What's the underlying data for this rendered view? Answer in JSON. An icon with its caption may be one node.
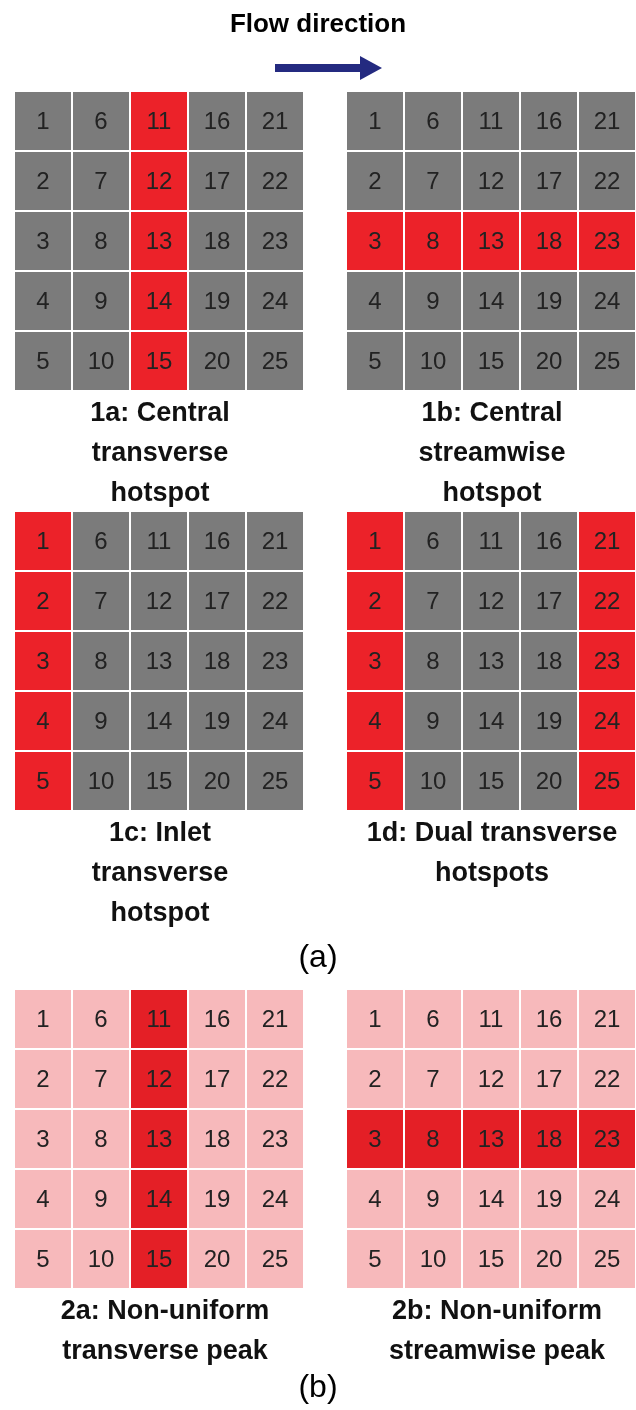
{
  "diagram": {
    "nodes": [
      {
        "text": [
          "1a: Central transverse hotspot"
        ]
      },
      {
        "text": [
          "1"
        ],
        "in": 0
      },
      {
        "text": [
          "6"
        ],
        "in": 0
      },
      {
        "text": [
          "11"
        ],
        "in": 0
      },
      {
        "text": [
          "16"
        ],
        "in": 0
      },
      {
        "text": [
          "21"
        ],
        "in": 0
      },
      {
        "text": [
          "2"
        ],
        "in": 0
      },
      {
        "text": [
          "7"
        ],
        "in": 0
      },
      {
        "text": [
          "12"
        ],
        "in": 0
      },
      {
        "text": [
          "17"
        ],
        "in": 0
      },
      {
        "text": [
          "22"
        ],
        "in": 0
      },
      {
        "text": [
          "3"
        ],
        "in": 0
      },
      {
        "text": [
          "8"
        ],
        "in": 0
      },
      {
        "text": [
          "13"
        ],
        "in": 0
      },
      {
        "text": [
          "18"
        ],
        "in": 0
      },
      {
        "text": [
          "23"
        ],
        "in": 0
      },
      {
        "text": [
          "4"
        ],
        "in": 0
      },
      {
        "text": [
          "9"
        ],
        "in": 0
      },
      {
        "text": [
          "14"
        ],
        "in": 0
      },
      {
        "text": [
          "19"
        ],
        "in": 0
      },
      {
        "text": [
          "24"
        ],
        "in": 0
      },
      {
        "text": [
          "5"
        ],
        "in": 0
      },
      {
        "text": [
          "10"
        ],
        "in": 0
      },
      {
        "text": [
          "15"
        ],
        "in": 0
      },
      {
        "text": [
          "20"
        ],
        "in": 0
      },
      {
        "text": [
          "25"
        ],
        "in": 0
      },
      {
        "text": [
          "1b: Central streamwise hotspot"
        ]
      },
      {
        "text": [
          "1"
        ],
        "in": 26
      },
      {
        "text": [
          "6"
        ],
        "in": 26
      },
      {
        "text": [
          "11"
        ],
        "in": 26
      },
      {
        "text": [
          "16"
        ],
        "in": 26
      },
      {
        "text": [
          "21"
        ],
        "in": 26
      },
      {
        "text": [
          "2"
        ],
        "in": 26
      },
      {
        "text": [
          "7"
        ],
        "in": 26
      },
      {
        "text": [
          "12"
        ],
        "in": 26
      },
      {
        "text": [
          "17"
        ],
        "in": 26
      },
      {
        "text": [
          "22"
        ],
        "in": 26
      },
      {
        "text": [
          "3"
        ],
        "in": 26
      },
      {
        "text": [
          "8"
        ],
        "in": 26
      },
      {
        "text": [
          "13"
        ],
        "in": 26
      },
      {
        "text": [
          "18"
        ],
        "in": 26
      },
      {
        "text": [
          "23"
        ],
        "in": 26
      },
      {
        "text": [
          "4"
        ],
        "in": 26
      },
      {
        "text": [
          "9"
        ],
        "in": 26
      },
      {
        "text": [
          "14"
        ],
        "in": 26
      },
      {
        "text": [
          "19"
        ],
        "in": 26
      },
      {
        "text": [
          "24"
        ],
        "in": 26
      },
      {
        "text": [
          "5"
        ],
        "in": 26
      },
      {
        "text": [
          "10"
        ],
        "in": 26
      },
      {
        "text": [
          "15"
        ],
        "in": 26
      },
      {
        "text": [
          "20"
        ],
        "in": 26
      },
      {
        "text": [
          "25"
        ],
        "in": 26
      },
      {
        "text": [
          "1c: Inlet transverse hotspot"
        ]
      },
      {
        "text": [
          "1"
        ],
        "in": 52
      },
      {
        "text": [
          "6"
        ],
        "in": 52
      },
      {
        "text": [
          "11"
        ],
        "in": 52
      },
      {
        "text": [
          "16"
        ],
        "in": 52
      },
      {
        "text": [
          "21"
        ],
        "in": 52
      },
      {
        "text": [
          "2"
        ],
        "in": 52
      },
      {
        "text": [
          "7"
        ],
        "in": 52
      },
      {
        "text": [
          "12"
        ],
        "in": 52
      },
      {
        "text": [
          "17"
        ],
        "in": 52
      },
      {
        "text": [
          "22"
        ],
        "in": 52
      },
      {
        "text": [
          "3"
        ],
        "in": 52
      },
      {
        "text": [
          "8"
        ],
        "in": 52
      },
      {
        "text": [
          "13"
        ],
        "in": 52
      },
      {
        "text": [
          "18"
        ],
        "in": 52
      },
      {
        "text": [
          "23"
        ],
        "in": 52
      },
      {
        "text": [
          "4"
        ],
        "in": 52
      },
      {
        "text": [
          "9"
        ],
        "in": 52
      },
      {
        "text": [
          "14"
        ],
        "in": 52
      },
      {
        "text": [
          "19"
        ],
        "in": 52
      },
      {
        "text": [
          "24"
        ],
        "in": 52
      },
      {
        "text": [
          "5"
        ],
        "in": 52
      },
      {
        "text": [
          "10"
        ],
        "in": 52
      },
      {
        "text": [
          "15"
        ],
        "in": 52
      },
      {
        "text": [
          "20"
        ],
        "in": 52
      },
      {
        "text": [
          "25"
        ],
        "in": 52
      },
      {
        "text": [
          "1d: Dual transverse hotspots"
        ]
      },
      {
        "text": [
          "1"
        ],
        "in": 78
      },
      {
        "text": [
          "6"
        ],
        "in": 78
      },
      {
        "text": [
          "11"
        ],
        "in": 78
      },
      {
        "text": [
          "16"
        ],
        "in": 78
      },
      {
        "text": [
          "21"
        ],
        "in": 78
      },
      {
        "text": [
          "2"
        ],
        "in": 78
      },
      {
        "text": [
          "7"
        ],
        "in": 78
      },
      {
        "text": [
          "12"
        ],
        "in": 78
      },
      {
        "text": [
          "17"
        ],
        "in": 78
      },
      {
        "text": [
          "22"
        ],
        "in": 78
      },
      {
        "text": [
          "3"
        ],
        "in": 78
      },
      {
        "text": [
          "8"
        ],
        "in": 78
      },
      {
        "text": [
          "13"
        ],
        "in": 78
      },
      {
        "text": [
          "18"
        ],
        "in": 78
      },
      {
        "text": [
          "23"
        ],
        "in": 78
      },
      {
        "text": [
          "4"
        ],
        "in": 78
      },
      {
        "text": [
          "9"
        ],
        "in": 78
      },
      {
        "text": [
          "14"
        ],
        "in": 78
      },
      {
        "text": [
          "19"
        ],
        "in": 78
      },
      {
        "text": [
          "24"
        ],
        "in": 78
      },
      {
        "text": [
          "5"
        ],
        "in": 78
      },
      {
        "text": [
          "10"
        ],
        "in": 78
      },
      {
        "text": [
          "15"
        ],
        "in": 78
      },
      {
        "text": [
          "20"
        ],
        "in": 78
      },
      {
        "text": [
          "25"
        ],
        "in": 78
      },
      {
        "text": [
          "2a: Non-uniform transverse peak"
        ]
      },
      {
        "text": [
          "1"
        ],
        "in": 104
      },
      {
        "text": [
          "6"
        ],
        "in": 104
      },
      {
        "text": [
          "11"
        ],
        "in": 104
      },
      {
        "text": [
          "16"
        ],
        "in": 104
      },
      {
        "text": [
          "21"
        ],
        "in": 104
      },
      {
        "text": [
          "2"
        ],
        "in": 104
      },
      {
        "text": [
          "7"
        ],
        "in": 104
      },
      {
        "text": [
          "12"
        ],
        "in": 104
      },
      {
        "text": [
          "17"
        ],
        "in": 104
      },
      {
        "text": [
          "22"
        ],
        "in": 104
      },
      {
        "text": [
          "3"
        ],
        "in": 104
      },
      {
        "text": [
          "8"
        ],
        "in": 104
      },
      {
        "text": [
          "13"
        ],
        "in": 104
      },
      {
        "text": [
          "18"
        ],
        "in": 104
      },
      {
        "text": [
          "23"
        ],
        "in": 104
      },
      {
        "text": [
          "4"
        ],
        "in": 104
      },
      {
        "text": [
          "9"
        ],
        "in": 104
      },
      {
        "text": [
          "14"
        ],
        "in": 104
      },
      {
        "text": [
          "19"
        ],
        "in": 104
      },
      {
        "text": [
          "24"
        ],
        "in": 104
      },
      {
        "text": [
          "5"
        ],
        "in": 104
      },
      {
        "text": [
          "10"
        ],
        "in": 104
      },
      {
        "text": [
          "15"
        ],
        "in": 104
      },
      {
        "text": [
          "20"
        ],
        "in": 104
      },
      {
        "text": [
          "25"
        ],
        "in": 104
      },
      {
        "text": [
          "2b: Non-uniform streamwise peak"
        ]
      },
      {
        "text": [
          "1"
        ],
        "in": 130
      },
      {
        "text": [
          "6"
        ],
        "in": 130
      },
      {
        "text": [
          "11"
        ],
        "in": 130
      },
      {
        "text": [
          "16"
        ],
        "in": 130
      },
      {
        "text": [
          "21"
        ],
        "in": 130
      },
      {
        "text": [
          "2"
        ],
        "in": 130
      },
      {
        "text": [
          "7"
        ],
        "in": 130
      },
      {
        "text": [
          "12"
        ],
        "in": 130
      },
      {
        "text": [
          "17"
        ],
        "in": 130
      },
      {
        "text": [
          "22"
        ],
        "in": 130
      },
      {
        "text": [
          "3"
        ],
        "in": 130
      },
      {
        "text": [
          "8"
        ],
        "in": 130
      },
      {
        "text": [
          "13"
        ],
        "in": 130
      },
      {
        "text": [
          "18"
        ],
        "in": 130
      },
      {
        "text": [
          "23"
        ],
        "in": 130
      },
      {
        "text": [
          "4"
        ],
        "in": 130
      },
      {
        "text": [
          "9"
        ],
        "in": 130
      },
      {
        "text": [
          "14"
        ],
        "in": 130
      },
      {
        "text": [
          "19"
        ],
        "in": 130
      },
      {
        "text": [
          "24"
        ],
        "in": 130
      },
      {
        "text": [
          "5"
        ],
        "in": 130
      },
      {
        "text": [
          "10"
        ],
        "in": 130
      },
      {
        "text": [
          "15"
        ],
        "in": 130
      },
      {
        "text": [
          "20"
        ],
        "in": 130
      },
      {
        "text": [
          "25"
        ],
        "in": 130
      }
    ],
    "labels": [
      "Flow direction",
      "(a)",
      "(b)"
    ]
  }
}
